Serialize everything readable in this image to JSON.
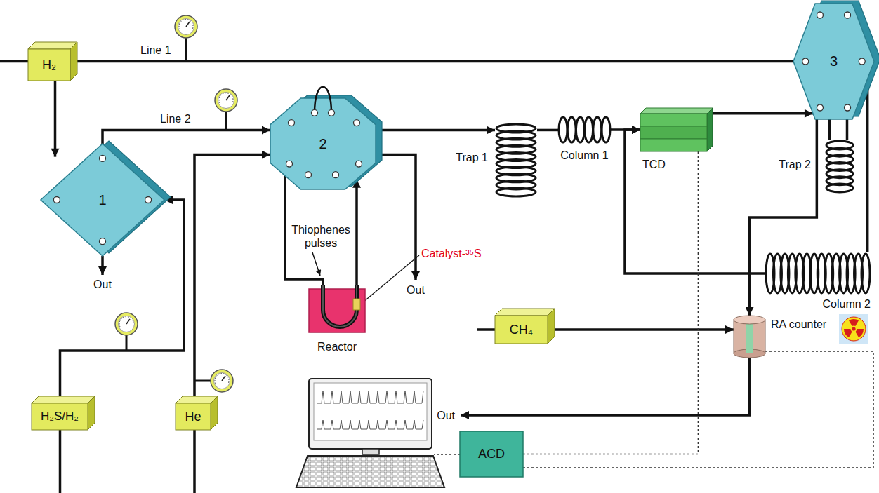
{
  "diagram": {
    "nodes": [
      {
        "text": [
          "H₂"
        ]
      },
      {
        "text": [
          "1"
        ]
      },
      {
        "text": [
          "2"
        ]
      },
      {
        "text": [
          "Trap 1"
        ]
      },
      {
        "text": [
          "Column 1"
        ]
      },
      {
        "text": [
          "TCD"
        ]
      },
      {
        "text": [
          "3"
        ]
      },
      {
        "text": [
          "Trap 2"
        ]
      },
      {
        "text": [
          "Reactor"
        ]
      },
      {
        "text": [
          "Column 2"
        ]
      },
      {
        "text": [
          "CH₄"
        ]
      },
      {
        "text": [
          "RA counter"
        ]
      },
      {
        "text": [
          "H₂S/H₂"
        ]
      },
      {
        "text": [
          "He"
        ]
      },
      {
        "text": [
          "ACD"
        ]
      }
    ],
    "edges": [
      {
        "from": 0,
        "to": 1,
        "arrow": "to"
      },
      {
        "from": 0,
        "to": 6,
        "arrow": "none"
      },
      {
        "from": 1,
        "to": 2,
        "arrow": "to"
      },
      {
        "from": 12,
        "to": 1,
        "arrow": "to"
      },
      {
        "from": 13,
        "to": 2,
        "arrow": "to"
      },
      {
        "from": 2,
        "to": 8,
        "arrow": "none"
      },
      {
        "from": 8,
        "to": 2,
        "arrow": "to"
      },
      {
        "from": 2,
        "to": 3,
        "arrow": "to"
      },
      {
        "from": 3,
        "to": 4,
        "arrow": "none"
      },
      {
        "from": 4,
        "to": 5,
        "arrow": "to"
      },
      {
        "from": 5,
        "to": 6,
        "arrow": "to"
      },
      {
        "from": 6,
        "to": 7,
        "arrow": "none"
      },
      {
        "from": 7,
        "to": 6,
        "arrow": "none"
      },
      {
        "from": 6,
        "to": 9,
        "arrow": "none"
      },
      {
        "from": 9,
        "to": 5,
        "arrow": "to"
      },
      {
        "from": 6,
        "to": 11,
        "arrow": "to"
      },
      {
        "from": 10,
        "to": 11,
        "arrow": "to"
      },
      {
        "from": 5,
        "to": 14,
        "arrow": "none"
      },
      {
        "from": 11,
        "to": 14,
        "arrow": "none"
      }
    ],
    "labels": [
      "Line 1",
      "Line 2",
      "Out",
      "Out",
      "Out",
      "Thiophenes pulses",
      "Catalyst-³⁵S"
    ]
  }
}
